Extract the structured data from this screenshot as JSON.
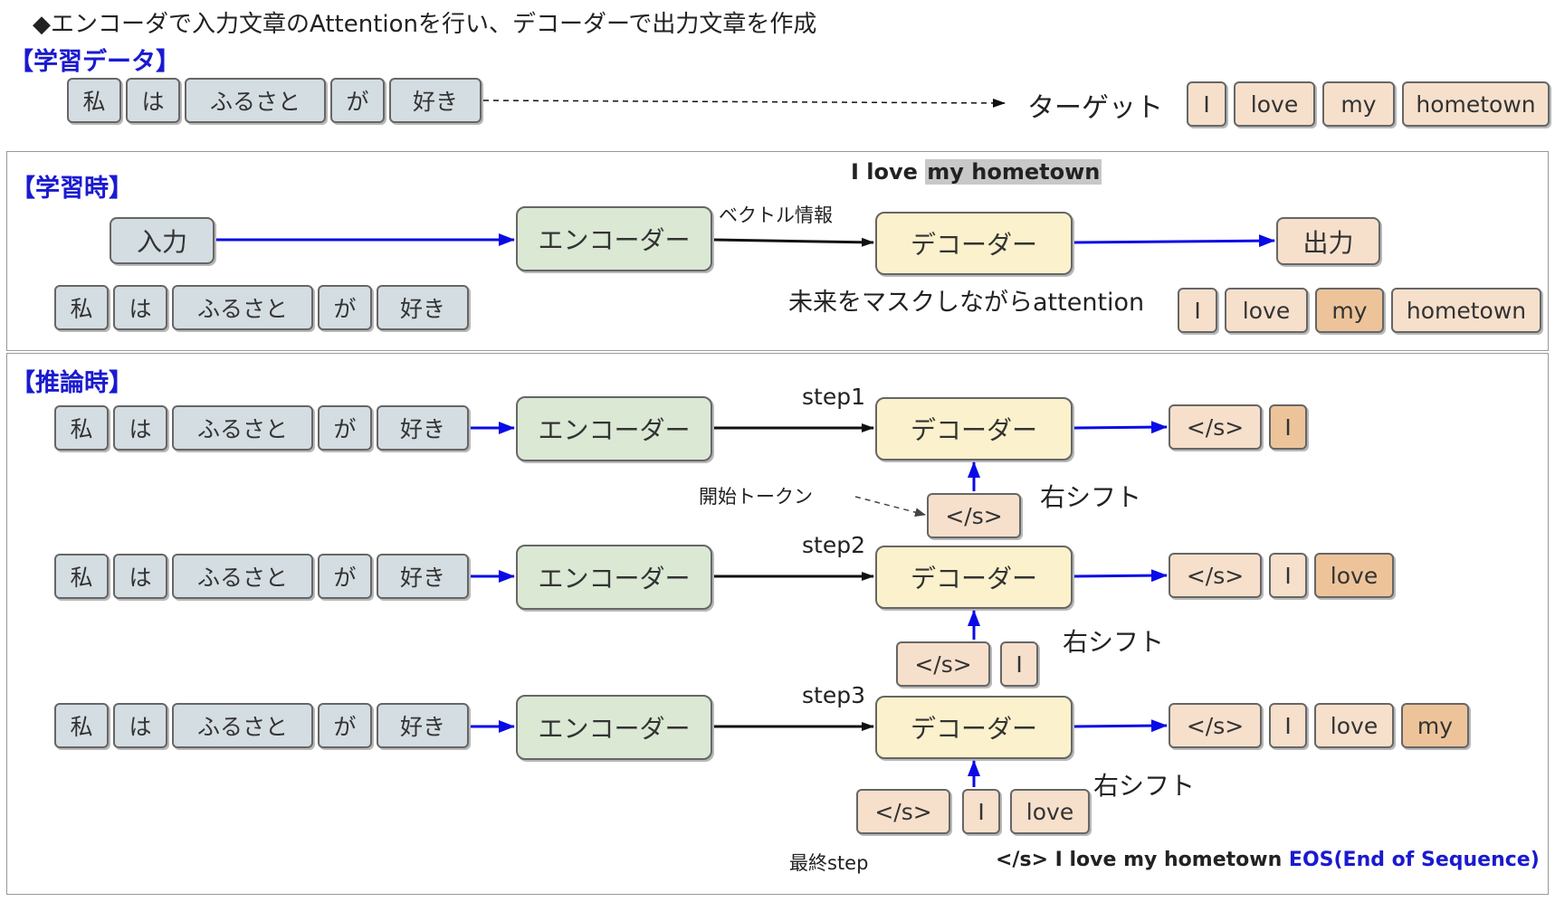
{
  "title": "◆エンコーダで入力文章のAttentionを行い、デコーダーで出力文章を作成",
  "input_tokens": [
    "私",
    "は",
    "ふるさと",
    "が",
    "好き"
  ],
  "target_tokens": [
    "I",
    "love",
    "my",
    "hometown"
  ],
  "training_data": {
    "heading": "【学習データ】",
    "target_label": "ターゲット"
  },
  "training": {
    "heading": "【学習時】",
    "input_label": "入力",
    "encoder_label": "エンコーダー",
    "vector_label": "ベクトル情報",
    "decoder_label": "デコーダー",
    "output_label": "出力",
    "sentence_plain": "I love",
    "sentence_masked": "my hometown",
    "mask_caption": "未来をマスクしながらattention"
  },
  "inference": {
    "heading": "【推論時】",
    "encoder_label": "エンコーダー",
    "decoder_label": "デコーダー",
    "start_token": "</s>",
    "start_token_label": "開始トークン",
    "shift_label": "右シフト",
    "steps": [
      {
        "label": "step1",
        "decoder_inputs": [
          "</s>"
        ],
        "outputs": [
          "</s>",
          "I"
        ]
      },
      {
        "label": "step2",
        "decoder_inputs": [
          "</s>",
          "I"
        ],
        "outputs": [
          "</s>",
          "I",
          "love"
        ]
      },
      {
        "label": "step3",
        "decoder_inputs": [
          "</s>",
          "I",
          "love"
        ],
        "outputs": [
          "</s>",
          "I",
          "love",
          "my"
        ]
      }
    ],
    "final_step_label": "最終step",
    "final_sequence": "</s> I love my hometown",
    "eos_label": "EOS(End of Sequence)"
  },
  "colors": {
    "blue_arrow": "#0a0ae6",
    "heading_blue": "#1a1ad0",
    "input_token_fill": "#d4dde2",
    "target_token_fill": "#f6e0cc",
    "new_token_fill": "#edc49a",
    "encoder_fill": "#dae8d4",
    "decoder_fill": "#fbf1cc",
    "mask_highlight": "#c8c8c8"
  }
}
